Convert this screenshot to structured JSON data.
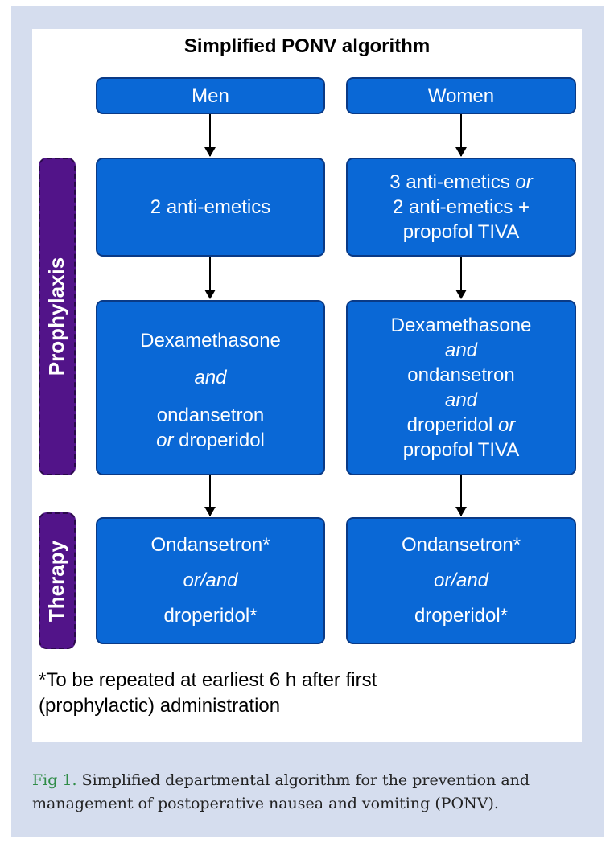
{
  "title": "Simplified PONV algorithm",
  "columns": {
    "men": {
      "header": "Men",
      "prophylaxis_1": "2 anti-emetics",
      "prophylaxis_2": {
        "line1": "Dexamethasone",
        "line2": "and",
        "line3": "ondansetron",
        "line4_italic": "or",
        "line4_rest": " droperidol"
      },
      "therapy": {
        "line1": "Ondansetron*",
        "line2": "or/and",
        "line3": "droperidol*"
      }
    },
    "women": {
      "header": "Women",
      "prophylaxis_1": {
        "line1_main": "3 anti-emetics ",
        "line1_italic": "or",
        "line2": "2 anti-emetics +",
        "line3": "propofol TIVA"
      },
      "prophylaxis_2": {
        "line1": "Dexamethasone",
        "line2": "and",
        "line3": "ondansetron",
        "line4": "and",
        "line5_main": "droperidol ",
        "line5_italic": "or",
        "line6": "propofol TIVA"
      },
      "therapy": {
        "line1": "Ondansetron*",
        "line2": "or/and",
        "line3": "droperidol*"
      }
    }
  },
  "side_labels": {
    "prophylaxis": "Prophylaxis",
    "therapy": "Therapy"
  },
  "footnote": {
    "line1": "*To be repeated at earliest 6 h after first",
    "line2": "(prophylactic) administration"
  },
  "caption": {
    "label": "Fig 1.",
    "text": " Simplified departmental algorithm for the prevention and management of postoperative nausea and vomiting (PONV)."
  }
}
